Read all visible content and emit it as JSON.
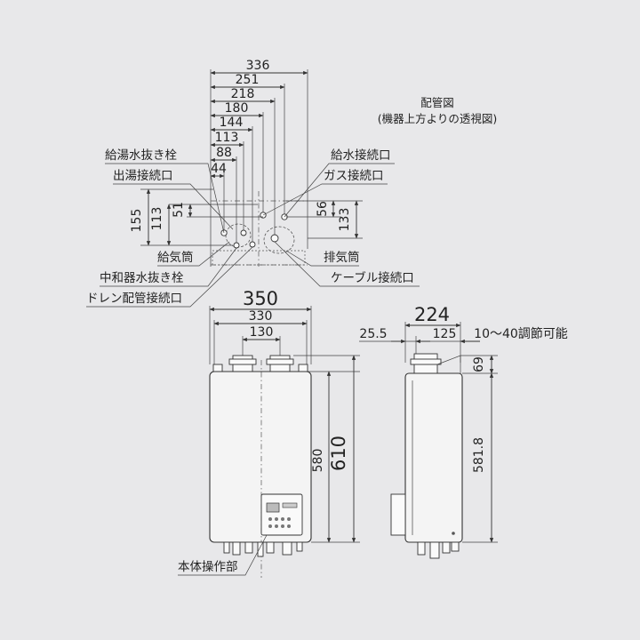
{
  "piping_view": {
    "title": "配管図",
    "subtitle": "(機器上方よりの透視図)",
    "top_dims": [
      "336",
      "251",
      "218",
      "180",
      "144",
      "113",
      "88",
      "44"
    ],
    "left_dims": [
      "155",
      "113",
      "51"
    ],
    "right_dims": [
      "56",
      "133"
    ],
    "labels": {
      "hot_drain": "給湯水抜き栓",
      "hot_outlet": "出湯接続口",
      "intake": "給気筒",
      "neutral_drain": "中和器水抜き栓",
      "drain_pipe": "ドレン配管接続口",
      "water_inlet": "給水接続口",
      "gas_inlet": "ガス接続口",
      "exhaust": "排気筒",
      "cable_inlet": "ケーブル接続口"
    }
  },
  "front_view": {
    "width_outer": "350",
    "width_inner": "330",
    "flue_spacing": "130",
    "height_body": "580",
    "height_total": "610",
    "panel_label": "本体操作部"
  },
  "side_view": {
    "depth": "224",
    "offset": "25.5",
    "flue_depth": "125",
    "adjust_note": "10～40調節可能",
    "top_height": "69",
    "body_height": "581.8"
  }
}
